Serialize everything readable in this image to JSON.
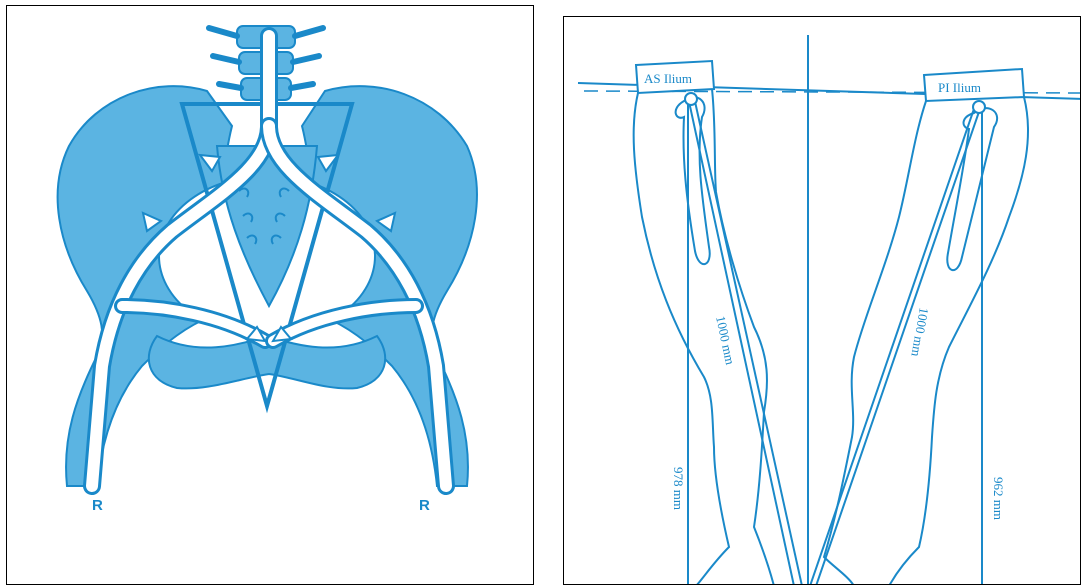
{
  "left": {
    "marker_left": "R",
    "marker_right": "R"
  },
  "right": {
    "box_left_label": "AS Ilium",
    "box_right_label": "PI Ilium",
    "diag_left_label": "1000 mm",
    "diag_right_label": "1000 mm",
    "vert_left_label": "978 mm",
    "vert_right_label": "962 mm"
  },
  "colors": {
    "ink": "#1a89c9",
    "fill": "#5bb4e2",
    "border": "#000000"
  }
}
